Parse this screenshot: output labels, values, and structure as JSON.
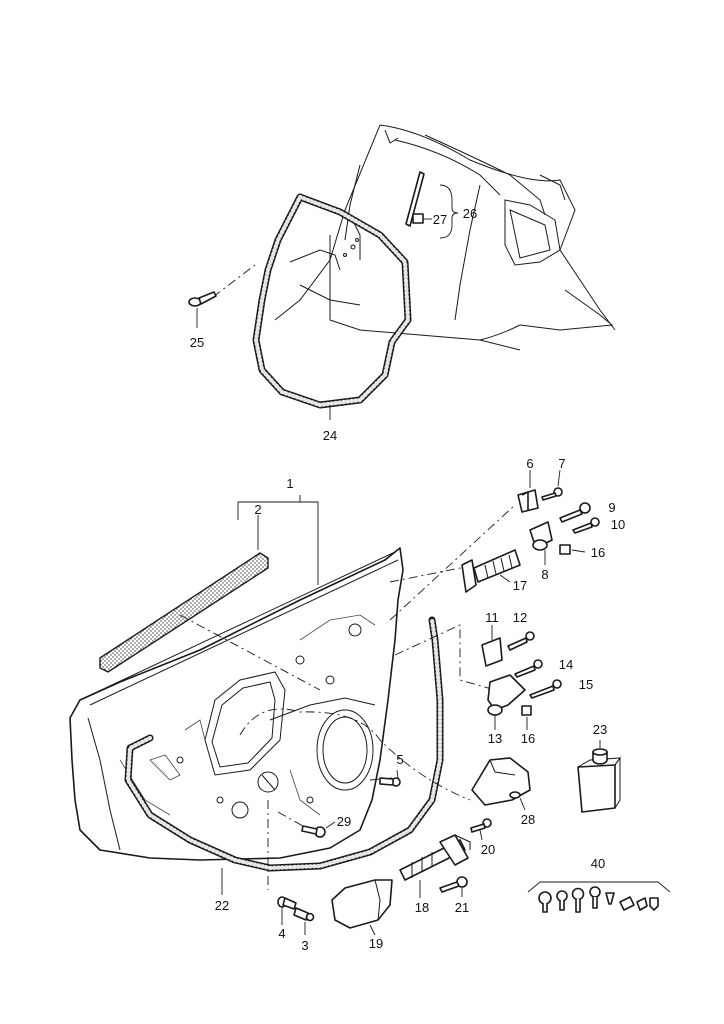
{
  "callouts": {
    "c1": "1",
    "c2": "2",
    "c3": "3",
    "c4": "4",
    "c5": "5",
    "c6": "6",
    "c7": "7",
    "c8": "8",
    "c9": "9",
    "c10": "10",
    "c11": "11",
    "c12": "12",
    "c13": "13",
    "c14": "14",
    "c15": "15",
    "c16a": "16",
    "c16b": "16",
    "c17": "17",
    "c18": "18",
    "c19": "19",
    "c20": "20",
    "c21": "21",
    "c22": "22",
    "c23": "23",
    "c24": "24",
    "c25": "25",
    "c26": "26",
    "c27": "27",
    "c28": "28",
    "c29": "29",
    "c40": "40"
  }
}
